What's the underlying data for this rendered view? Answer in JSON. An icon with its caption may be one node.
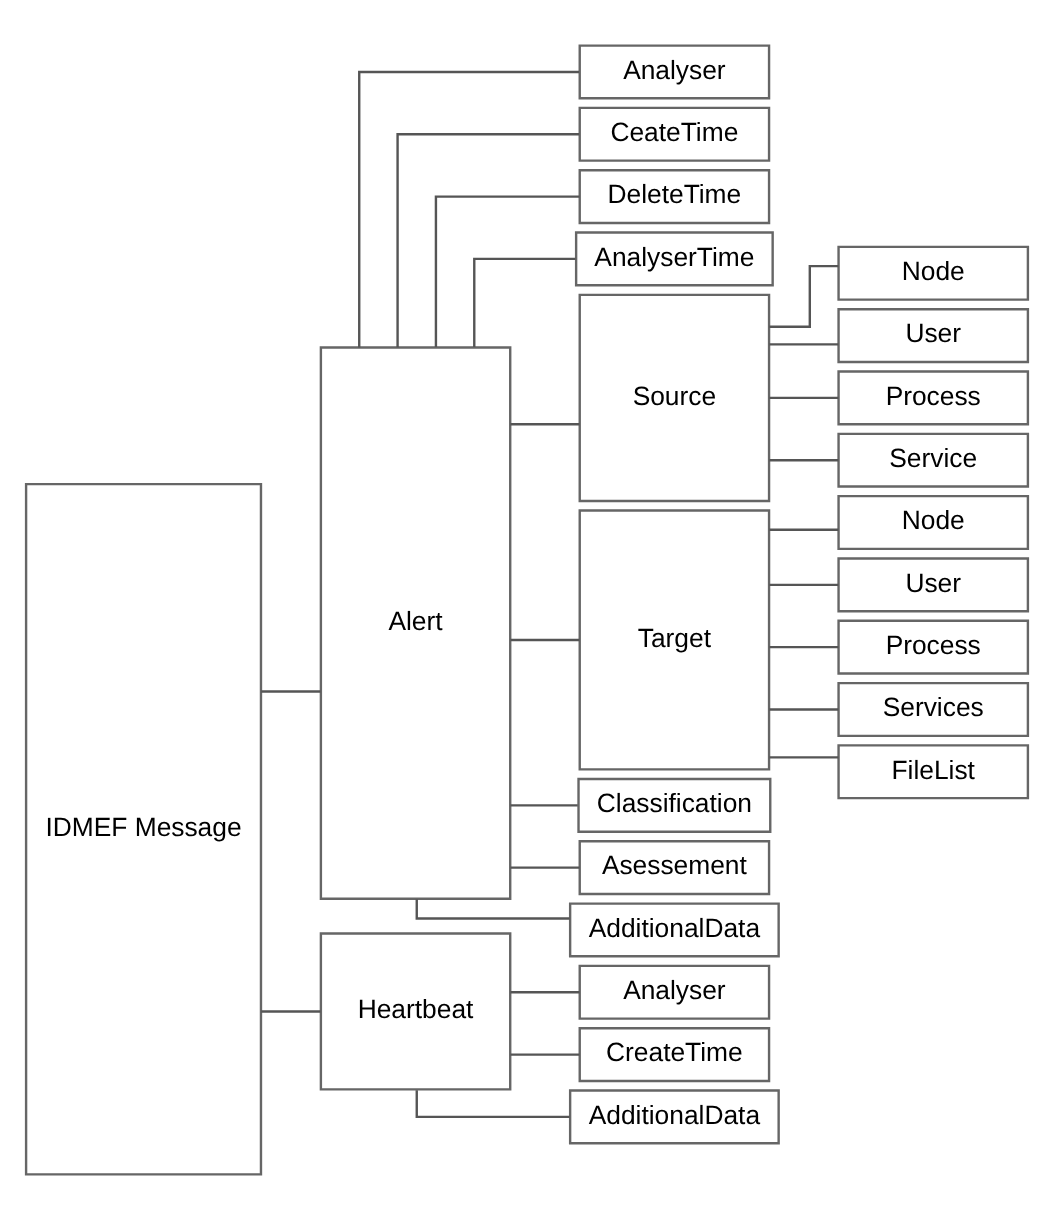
{
  "diagram": {
    "nodes": [
      {
        "text": [
          "IDMEF Message"
        ]
      },
      {
        "text": [
          "Alert"
        ]
      },
      {
        "text": [
          "Heartbeat"
        ]
      },
      {
        "text": [
          "Analyser"
        ]
      },
      {
        "text": [
          "CeateTime"
        ]
      },
      {
        "text": [
          "DeleteTime"
        ]
      },
      {
        "text": [
          "AnalyserTime"
        ]
      },
      {
        "text": [
          "Source"
        ]
      },
      {
        "text": [
          "Target"
        ]
      },
      {
        "text": [
          "Classification"
        ]
      },
      {
        "text": [
          "Asessement"
        ]
      },
      {
        "text": [
          "AdditionalData"
        ]
      },
      {
        "text": [
          "Node"
        ]
      },
      {
        "text": [
          "User"
        ]
      },
      {
        "text": [
          "Process"
        ]
      },
      {
        "text": [
          "Service"
        ]
      },
      {
        "text": [
          "Node"
        ]
      },
      {
        "text": [
          "User"
        ]
      },
      {
        "text": [
          "Process"
        ]
      },
      {
        "text": [
          "Services"
        ]
      },
      {
        "text": [
          "FileList"
        ]
      },
      {
        "text": [
          "Analyser"
        ]
      },
      {
        "text": [
          "CreateTime"
        ]
      },
      {
        "text": [
          "AdditionalData"
        ]
      }
    ],
    "edges": [
      {
        "from": 0,
        "to": 1,
        "arrow": "none"
      },
      {
        "from": 0,
        "to": 2,
        "arrow": "none"
      },
      {
        "from": 1,
        "to": 3,
        "arrow": "none"
      },
      {
        "from": 1,
        "to": 4,
        "arrow": "none"
      },
      {
        "from": 1,
        "to": 5,
        "arrow": "none"
      },
      {
        "from": 1,
        "to": 6,
        "arrow": "none"
      },
      {
        "from": 1,
        "to": 7,
        "arrow": "none"
      },
      {
        "from": 1,
        "to": 8,
        "arrow": "none"
      },
      {
        "from": 1,
        "to": 9,
        "arrow": "none"
      },
      {
        "from": 1,
        "to": 10,
        "arrow": "none"
      },
      {
        "from": 1,
        "to": 11,
        "arrow": "none"
      },
      {
        "from": 7,
        "to": 12,
        "arrow": "none"
      },
      {
        "from": 7,
        "to": 13,
        "arrow": "none"
      },
      {
        "from": 7,
        "to": 14,
        "arrow": "none"
      },
      {
        "from": 7,
        "to": 15,
        "arrow": "none"
      },
      {
        "from": 8,
        "to": 16,
        "arrow": "none"
      },
      {
        "from": 8,
        "to": 17,
        "arrow": "none"
      },
      {
        "from": 8,
        "to": 18,
        "arrow": "none"
      },
      {
        "from": 8,
        "to": 19,
        "arrow": "none"
      },
      {
        "from": 8,
        "to": 20,
        "arrow": "none"
      },
      {
        "from": 2,
        "to": 21,
        "arrow": "none"
      },
      {
        "from": 2,
        "to": 22,
        "arrow": "none"
      },
      {
        "from": 2,
        "to": 23,
        "arrow": "none"
      }
    ]
  }
}
